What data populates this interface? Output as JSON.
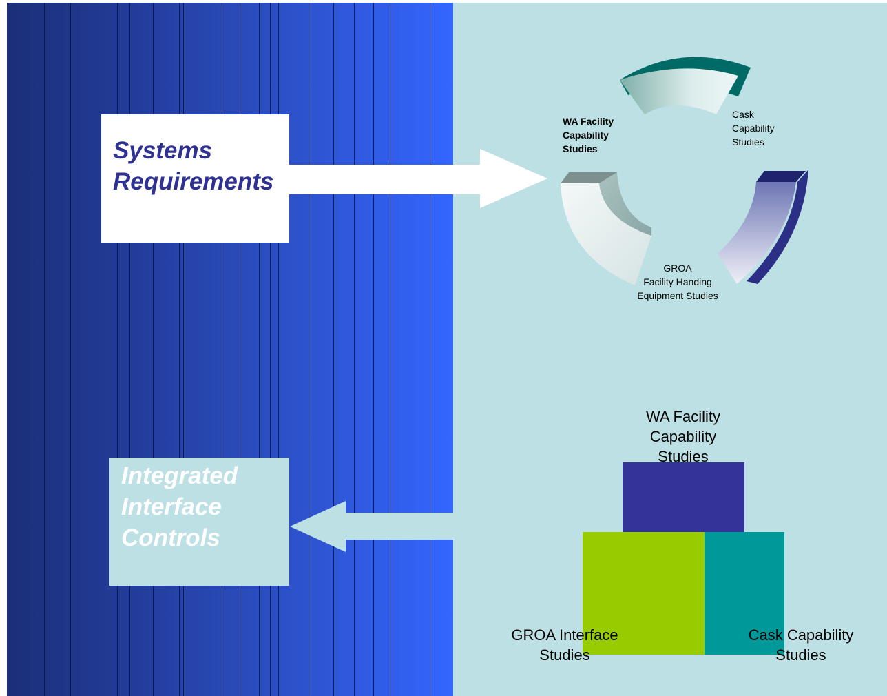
{
  "systems_requirements": {
    "label": "Systems\nRequirements"
  },
  "integrated_interface_controls": {
    "label": "Integrated\nInterface\nControls"
  },
  "cycle": {
    "wa_facility": "WA Facility\nCapability\nStudies",
    "cask": "Cask\n Capability\nStudies",
    "groa": "GROA\nFacility Handing\nEquipment Studies"
  },
  "stack": {
    "wa_facility": "WA Facility\nCapability\nStudies",
    "groa": "GROA Interface\nStudies",
    "cask": "Cask Capability\nStudies"
  },
  "colors": {
    "left_dark": "#1b2f78",
    "left_bright": "#3366ff",
    "right_bg": "#bce0e3",
    "navy_block": "#333399",
    "green_block": "#99cc00",
    "teal_block": "#009999",
    "title_text": "#2e3192"
  }
}
